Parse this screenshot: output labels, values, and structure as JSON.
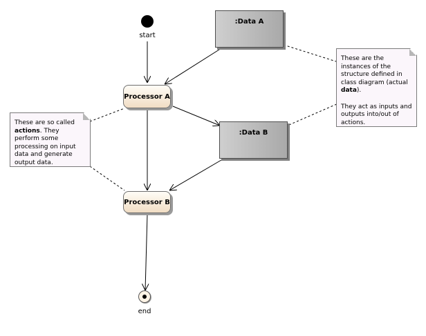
{
  "nodes": {
    "start": {
      "label": "start"
    },
    "end": {
      "label": "end"
    },
    "processor_a": {
      "label": "Processor A"
    },
    "processor_b": {
      "label": "Processor B"
    },
    "data_a": {
      "label": ":Data A"
    },
    "data_b": {
      "label": ":Data B"
    }
  },
  "notes": {
    "left": {
      "before": "These are so called ",
      "bold": "actions",
      "after": ". They perform some processing on input data and generate output data."
    },
    "right": {
      "p1_before": "These are the instances of the structure defined in class diagram (actual ",
      "p1_bold": "data",
      "p1_after": ").",
      "p2": "They act as inputs and outputs into/out of actions."
    }
  }
}
